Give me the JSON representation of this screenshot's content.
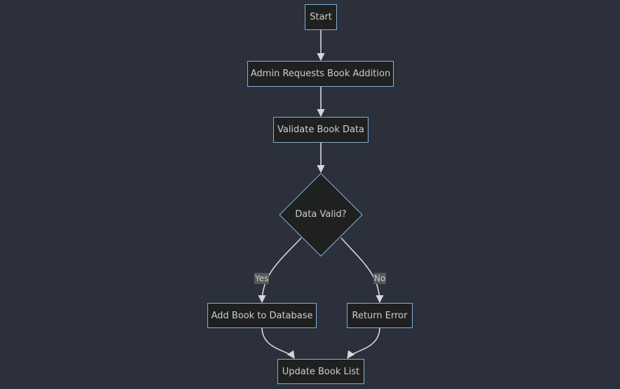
{
  "colors": {
    "background": "#2b303b",
    "node_fill": "#1f2020",
    "node_border": "#81b1db",
    "text": "#cccccc",
    "edge": "#d6d6d6",
    "edge_label_bg": "#585858"
  },
  "nodes": {
    "start": "Start",
    "admin_request": "Admin Requests Book Addition",
    "validate": "Validate Book Data",
    "decision": "Data Valid?",
    "add_book": "Add Book to Database",
    "return_error": "Return Error",
    "update_list": "Update Book List"
  },
  "edge_labels": {
    "yes": "Yes",
    "no": "No"
  }
}
